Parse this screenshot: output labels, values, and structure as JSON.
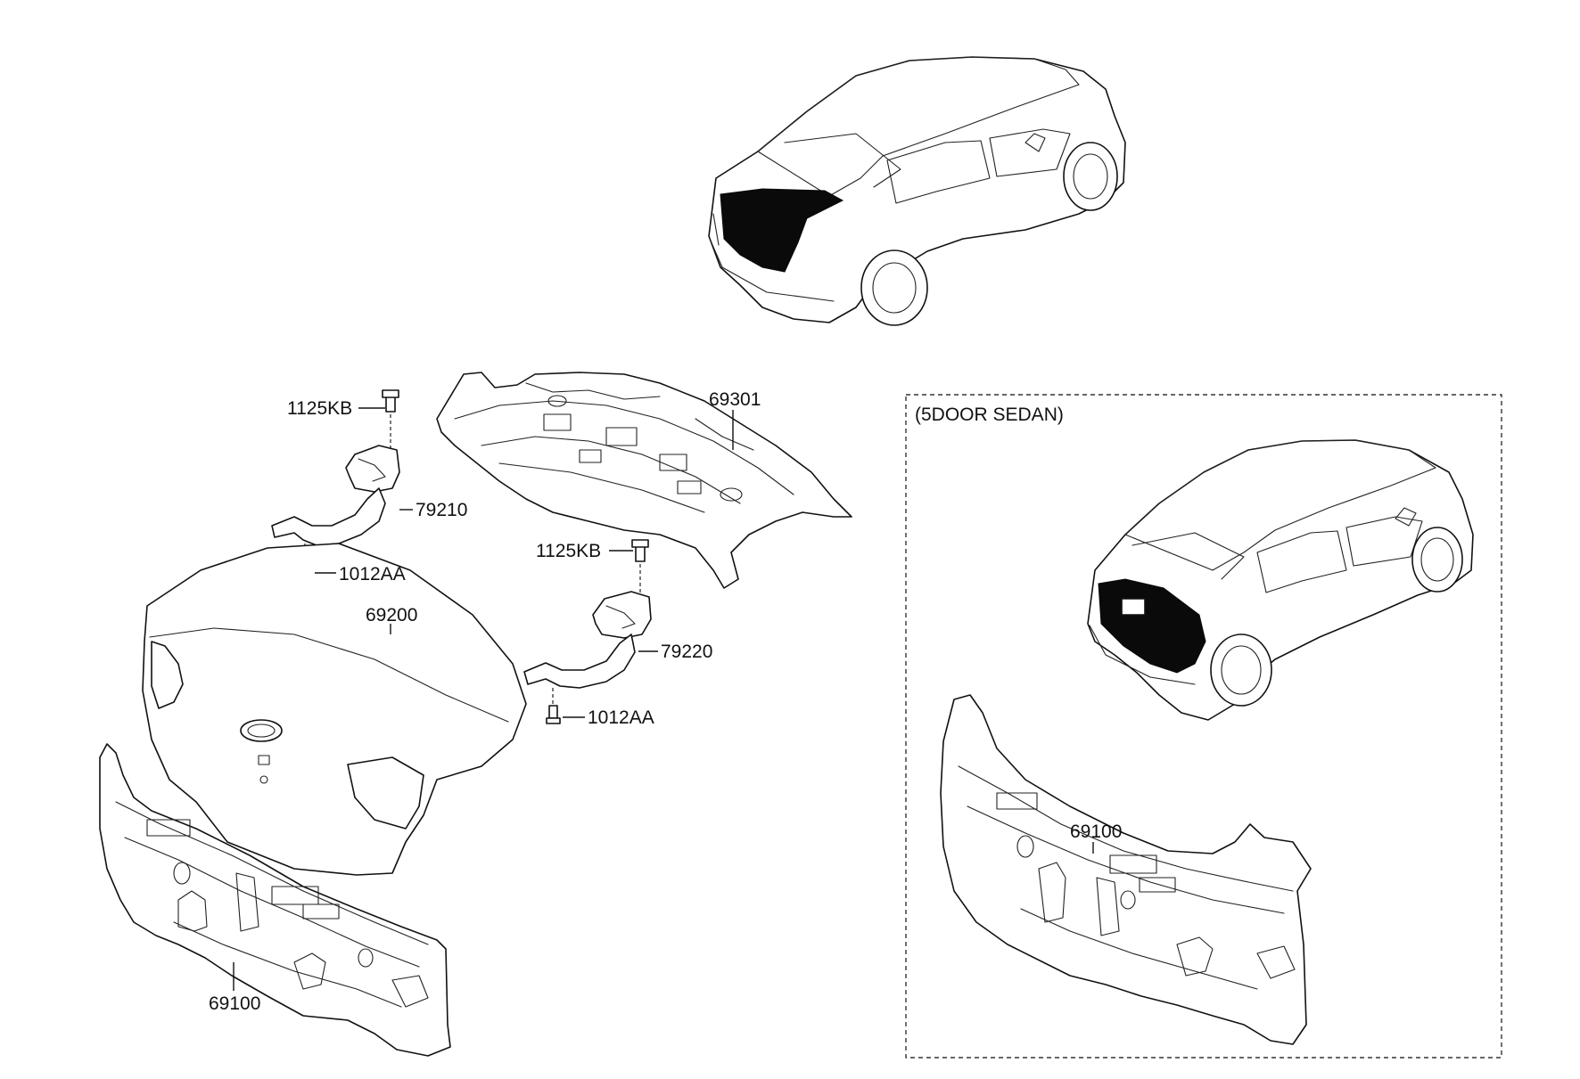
{
  "diagram": {
    "variant_box_label": "(5DOOR SEDAN)",
    "callouts": [
      {
        "id": "bolt-upper-left",
        "part": "1125KB"
      },
      {
        "id": "hinge-left",
        "part": "79210"
      },
      {
        "id": "bolt-lower-left",
        "part": "1012AA"
      },
      {
        "id": "trunk-lid",
        "part": "69200"
      },
      {
        "id": "package-tray",
        "part": "69301"
      },
      {
        "id": "bolt-upper-right",
        "part": "1125KB"
      },
      {
        "id": "hinge-right",
        "part": "79220"
      },
      {
        "id": "bolt-lower-right",
        "part": "1012AA"
      },
      {
        "id": "back-panel-sedan",
        "part": "69100"
      },
      {
        "id": "back-panel-5door",
        "part": "69100"
      }
    ]
  }
}
